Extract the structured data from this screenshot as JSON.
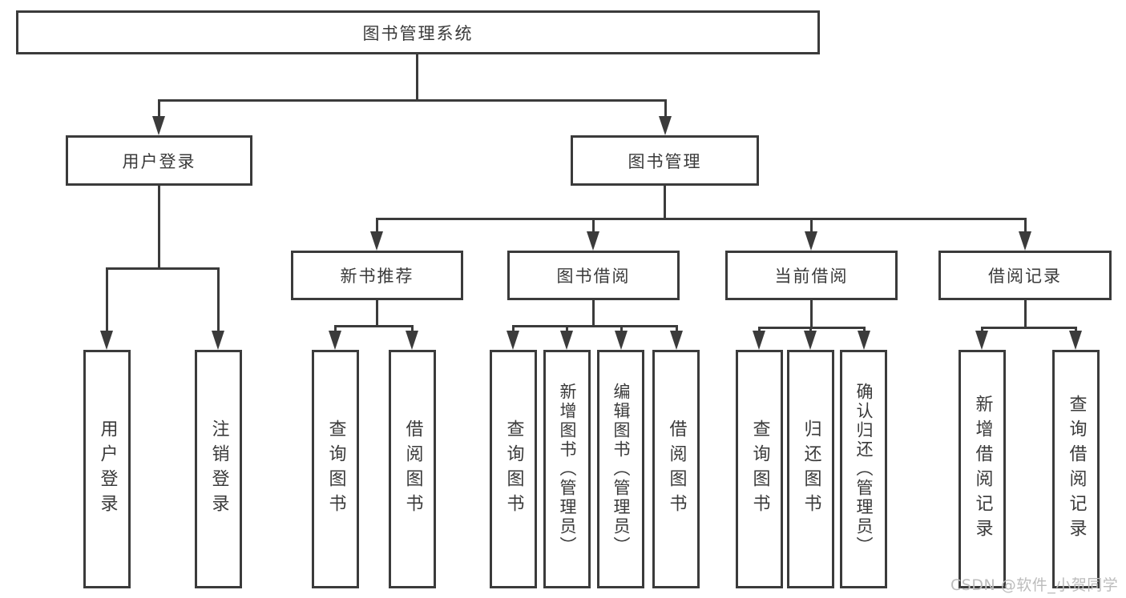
{
  "diagram": {
    "root": {
      "label": "图书管理系统"
    },
    "level2": [
      {
        "label": "用户登录"
      },
      {
        "label": "图书管理"
      }
    ],
    "level3": [
      {
        "label": "新书推荐"
      },
      {
        "label": "图书借阅"
      },
      {
        "label": "当前借阅"
      },
      {
        "label": "借阅记录"
      }
    ],
    "leaves": [
      {
        "label": "用户登录",
        "parent": "用户登录"
      },
      {
        "label": "注销登录",
        "parent": "用户登录"
      },
      {
        "label": "查询图书",
        "parent": "新书推荐"
      },
      {
        "label": "借阅图书",
        "parent": "新书推荐"
      },
      {
        "label": "查询图书",
        "parent": "图书借阅"
      },
      {
        "label": "新增图书（管理员）",
        "parent": "图书借阅"
      },
      {
        "label": "编辑图书（管理员）",
        "parent": "图书借阅"
      },
      {
        "label": "借阅图书",
        "parent": "图书借阅"
      },
      {
        "label": "查询图书",
        "parent": "当前借阅"
      },
      {
        "label": "归还图书",
        "parent": "当前借阅"
      },
      {
        "label": "确认归还（管理员）",
        "parent": "当前借阅"
      },
      {
        "label": "新增借阅记录",
        "parent": "借阅记录"
      },
      {
        "label": "查询借阅记录",
        "parent": "借阅记录"
      }
    ]
  },
  "watermark": {
    "text": "CSDN @软件_小贺同学"
  },
  "colors": {
    "line": "#3b3b3b",
    "text": "#3a3a3a",
    "watermark": "#bcbcbc",
    "background": "#ffffff"
  }
}
